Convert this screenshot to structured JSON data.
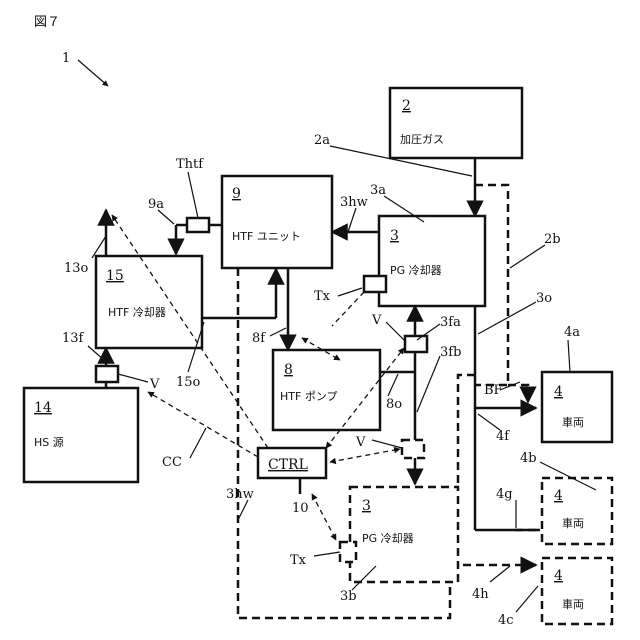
{
  "figure_label": "図７",
  "system_ref": "1",
  "blocks": {
    "pressurized_gas": {
      "num": "2",
      "label": "加圧ガス"
    },
    "htf_unit": {
      "num": "9",
      "label": "HTF ユニット"
    },
    "pg_cooler_a": {
      "num": "3",
      "label": "PG 冷却器"
    },
    "htf_cooler": {
      "num": "15",
      "label": "HTF 冷却器"
    },
    "htf_pump": {
      "num": "8",
      "label": "HTF ポンプ"
    },
    "vehicle_a": {
      "num": "4",
      "label": "車両"
    },
    "hs_source": {
      "num": "14",
      "label": "HS 源"
    },
    "controller": {
      "label": "CTRL"
    },
    "pg_cooler_b": {
      "num": "3",
      "label": "PG 冷却器"
    },
    "vehicle_b": {
      "num": "4",
      "label": "車両"
    },
    "vehicle_c": {
      "num": "4",
      "label": "車両"
    }
  },
  "reference_labels": {
    "r2a": "2a",
    "r2b": "2b",
    "r3a": "3a",
    "r3hw_top": "3hw",
    "r3o": "3o",
    "r3fa": "3fa",
    "r3fb": "3fb",
    "r3b": "3b",
    "r3hw_left": "3hw",
    "r4a": "4a",
    "r4b": "4b",
    "r4c": "4c",
    "r4f": "4f",
    "r4g": "4g",
    "r4h": "4h",
    "rBF": "BF",
    "rThtf": "Thtf",
    "r9a": "9a",
    "r13o": "13o",
    "r13f": "13f",
    "r15o": "15o",
    "r8f": "8f",
    "r8o": "8o",
    "rTx_top": "Tx",
    "rTx_bottom": "Tx",
    "rV_pump": "V",
    "rV_hs": "V",
    "rV_ctrl": "V",
    "rCC": "CC",
    "r10": "10"
  }
}
